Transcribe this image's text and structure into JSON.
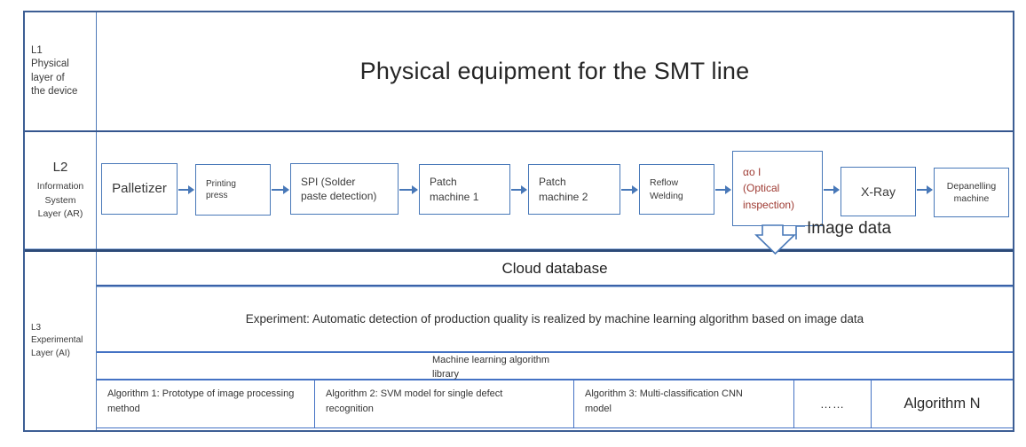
{
  "colors": {
    "border_dark": "#2c4a78",
    "border_blue": "#4472c4",
    "box_border": "#4878b8",
    "red_text": "#9e3a32"
  },
  "l1": {
    "label": "L1\nPhysical\nlayer of\nthe device",
    "title": "Physical equipment for the SMT line"
  },
  "l2": {
    "label_heading": "L2",
    "label_sub": "Information\nSystem\nLayer (AR)",
    "flow_boxes": [
      {
        "label": "Palletizer"
      },
      {
        "label": "Printing\npress"
      },
      {
        "label": "SPI (Solder\npaste detection)"
      },
      {
        "label": "Patch\nmachine 1"
      },
      {
        "label": "Patch\nmachine 2"
      },
      {
        "label": "Reflow\nWelding"
      },
      {
        "label": "αo I\n(Optical\ninspection)"
      },
      {
        "label": "X-Ray"
      },
      {
        "label": "Depanelling\nmachine"
      }
    ],
    "image_data_label": "Image data"
  },
  "l3": {
    "label": "L3\nExperimental\nLayer (AI)",
    "cloud_database": "Cloud database",
    "experiment": "Experiment: Automatic detection of production quality is realized by machine learning algorithm based on image data",
    "ml_library": "Machine learning algorithm\nlibrary",
    "algorithms": [
      {
        "label": "Algorithm 1: Prototype of image processing\nmethod"
      },
      {
        "label": "Algorithm 2: SVM model for single defect\nrecognition"
      },
      {
        "label": "Algorithm 3: Multi-classification CNN\nmodel"
      },
      {
        "label": "……"
      },
      {
        "label": "Algorithm N"
      }
    ]
  }
}
